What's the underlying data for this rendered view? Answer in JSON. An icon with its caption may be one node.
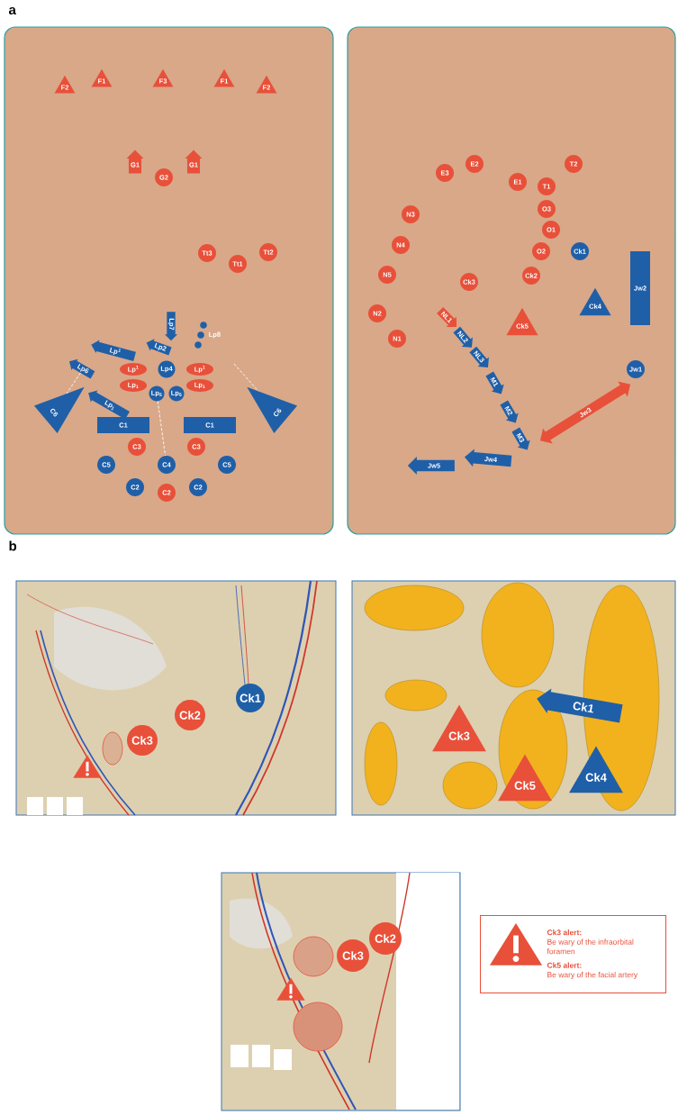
{
  "diagram": {
    "nodes": [
      {
        "text": [
          "F2"
        ]
      },
      {
        "text": [
          "F1"
        ]
      },
      {
        "text": [
          "F3"
        ]
      },
      {
        "text": [
          "F1"
        ]
      },
      {
        "text": [
          "F2"
        ]
      },
      {
        "text": [
          "G1"
        ]
      },
      {
        "text": [
          "G2"
        ]
      },
      {
        "text": [
          "G1"
        ]
      },
      {
        "text": [
          "Tt3"
        ]
      },
      {
        "text": [
          "Tt1"
        ]
      },
      {
        "text": [
          "Tt2"
        ]
      },
      {
        "text": [
          "Lp7"
        ]
      },
      {
        "text": [
          "Lp8"
        ]
      },
      {
        "text": [
          "Lp$^{1}$"
        ]
      },
      {
        "text": [
          "Lp2"
        ]
      },
      {
        "text": [
          "Lp6"
        ]
      },
      {
        "text": [
          "Lp$^{1}$"
        ]
      },
      {
        "text": [
          "Lp4"
        ]
      },
      {
        "text": [
          "Lp$^{1}$"
        ]
      },
      {
        "text": [
          "Lp$_{1}$"
        ]
      },
      {
        "text": [
          "Lp$_{1}$"
        ]
      },
      {
        "text": [
          "Lp$_{1}$"
        ]
      },
      {
        "text": [
          "C6"
        ]
      },
      {
        "text": [
          "Lp$_{5}$"
        ]
      },
      {
        "text": [
          "Lp$_{5}$"
        ]
      },
      {
        "text": [
          "C6"
        ]
      },
      {
        "text": [
          "C1"
        ]
      },
      {
        "text": [
          "C1"
        ]
      },
      {
        "text": [
          "C3"
        ]
      },
      {
        "text": [
          "C3"
        ]
      },
      {
        "text": [
          "C4"
        ]
      },
      {
        "text": [
          "C5"
        ]
      },
      {
        "text": [
          "C5"
        ]
      },
      {
        "text": [
          "C2"
        ]
      },
      {
        "text": [
          "C2"
        ]
      },
      {
        "text": [
          "C2"
        ]
      },
      {
        "text": [
          "E3"
        ]
      },
      {
        "text": [
          "E2"
        ]
      },
      {
        "text": [
          "T2"
        ]
      },
      {
        "text": [
          "E1"
        ]
      },
      {
        "text": [
          "T1"
        ]
      },
      {
        "text": [
          "O3"
        ]
      },
      {
        "text": [
          "N3"
        ]
      },
      {
        "text": [
          "O1"
        ]
      },
      {
        "text": [
          "N4"
        ]
      },
      {
        "text": [
          "O2"
        ]
      },
      {
        "text": [
          "Ck1"
        ]
      },
      {
        "text": [
          "N5"
        ]
      },
      {
        "text": [
          "Ck2"
        ]
      },
      {
        "text": [
          "Ck3"
        ]
      },
      {
        "text": [
          "Jw2"
        ]
      },
      {
        "text": [
          "Ck4"
        ]
      },
      {
        "text": [
          "N2"
        ]
      },
      {
        "text": [
          "NL1"
        ]
      },
      {
        "text": [
          "Ck5"
        ]
      },
      {
        "text": [
          "N1"
        ]
      },
      {
        "text": [
          "NL2"
        ]
      },
      {
        "text": [
          "NL3"
        ]
      },
      {
        "text": [
          "Jw1"
        ]
      },
      {
        "text": [
          "M1"
        ]
      },
      {
        "text": [
          "M2"
        ]
      },
      {
        "text": [
          "Jw3"
        ]
      },
      {
        "text": [
          "M3"
        ]
      },
      {
        "text": [
          "Jw4"
        ]
      },
      {
        "text": [
          "Jw5"
        ]
      },
      {
        "text": [
          "Ck1"
        ]
      },
      {
        "text": [
          "Ck2"
        ]
      },
      {
        "text": [
          "Ck3"
        ]
      },
      {
        "text": [
          "Ck1"
        ]
      },
      {
        "text": [
          "Ck3"
        ]
      },
      {
        "text": [
          "Ck4"
        ]
      },
      {
        "text": [
          "Ck5"
        ]
      },
      {
        "text": [
          "Ck2"
        ]
      },
      {
        "text": [
          "Ck3"
        ]
      },
      {
        "text": [
          "Ck3 alert:",
          "Be wary of the infraorbital foramen",
          "Ck5 alert:",
          "Be wary of the facial artery"
        ]
      }
    ],
    "edges": [
      {
        "from": 15,
        "to": 22,
        "arrow": "none",
        "style": "dashed",
        "color": "#ffffff"
      },
      {
        "from": null,
        "to": 25,
        "arrow": "none",
        "style": "dashed",
        "color": "#ffffff"
      },
      {
        "from": 23,
        "to": 30,
        "arrow": "none",
        "style": "dashed",
        "color": "#ffffff"
      }
    ],
    "labels": [
      "a",
      "b"
    ]
  }
}
